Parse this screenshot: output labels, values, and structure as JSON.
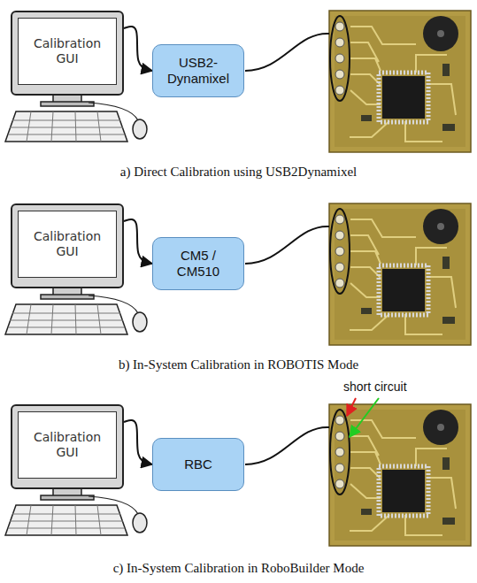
{
  "diagram": {
    "nodes": [
      {
        "text": [
          "Calibration GUI"
        ]
      },
      {
        "text": [
          "USB2-Dynamixel"
        ]
      },
      {
        "text": [
          "Calibration GUI"
        ]
      },
      {
        "text": [
          "CM5 / CM510"
        ]
      },
      {
        "text": [
          "Calibration GUI"
        ]
      },
      {
        "text": [
          "RBC"
        ]
      }
    ],
    "edges": [
      {
        "from": 0,
        "to": 1,
        "arrow": "to"
      },
      {
        "from": 2,
        "to": 3,
        "arrow": "to"
      },
      {
        "from": 4,
        "to": 5,
        "arrow": "to"
      }
    ],
    "labels": [
      "a) Direct Calibration using USB2Dynamixel",
      "b) In-System Calibration in ROBOTIS Mode",
      "short circuit",
      "c) In-System Calibration in RoboBuilder Mode"
    ]
  }
}
